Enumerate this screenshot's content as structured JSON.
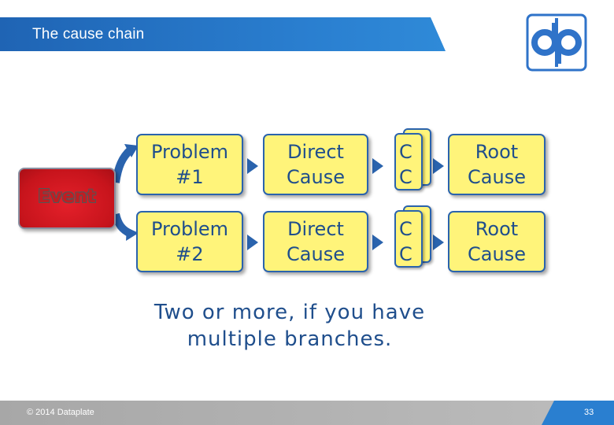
{
  "slide": {
    "title": "The cause chain",
    "copyright": "© 2014 Dataplate",
    "page_number": "33"
  },
  "logo": {
    "icon": "dataplate-logo",
    "color": "#2f73c9"
  },
  "diagram": {
    "event": "Event",
    "branches": [
      {
        "problem": "Problem\n#1",
        "direct_cause": "Direct\nCause",
        "stacked": "C\nC",
        "root_cause": "Root\nCause"
      },
      {
        "problem": "Problem\n#2",
        "direct_cause": "Direct\nCause",
        "stacked": "C\nC",
        "root_cause": "Root\nCause"
      }
    ],
    "footnote": "Two or more, if you have\nmultiple branches."
  },
  "colors": {
    "title_bar": "#2a7fd0",
    "box_fill": "#fff47a",
    "box_border": "#2a63ad",
    "text": "#1f4e8c",
    "event_fill": "#c7141c"
  }
}
